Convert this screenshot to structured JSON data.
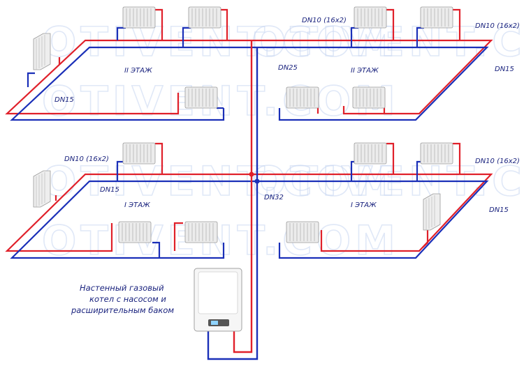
{
  "watermark": "OTIVENT.COM",
  "colors": {
    "supply": "#e0202a",
    "return": "#1a2fb8",
    "text": "#1a237e"
  },
  "floors": {
    "upper": "II ЭТАЖ",
    "lower": "I ЭТАЖ"
  },
  "pipe_labels": {
    "dn10_upper_right_a": "DN10 (16x2)",
    "dn10_upper_right_b": "DN10 (16x2)",
    "dn25": "DN25",
    "dn15_upper_left": "DN15",
    "dn15_upper_right": "DN15",
    "dn10_lower_left": "DN10 (16x2)",
    "dn10_lower_right": "DN10 (16x2)",
    "dn15_lower_left": "DN15",
    "dn32": "DN32",
    "dn15_lower_right": "DN15"
  },
  "boiler": {
    "lines": [
      "Настенный газовый",
      "котел с насосом и",
      "расширительным баком"
    ]
  }
}
